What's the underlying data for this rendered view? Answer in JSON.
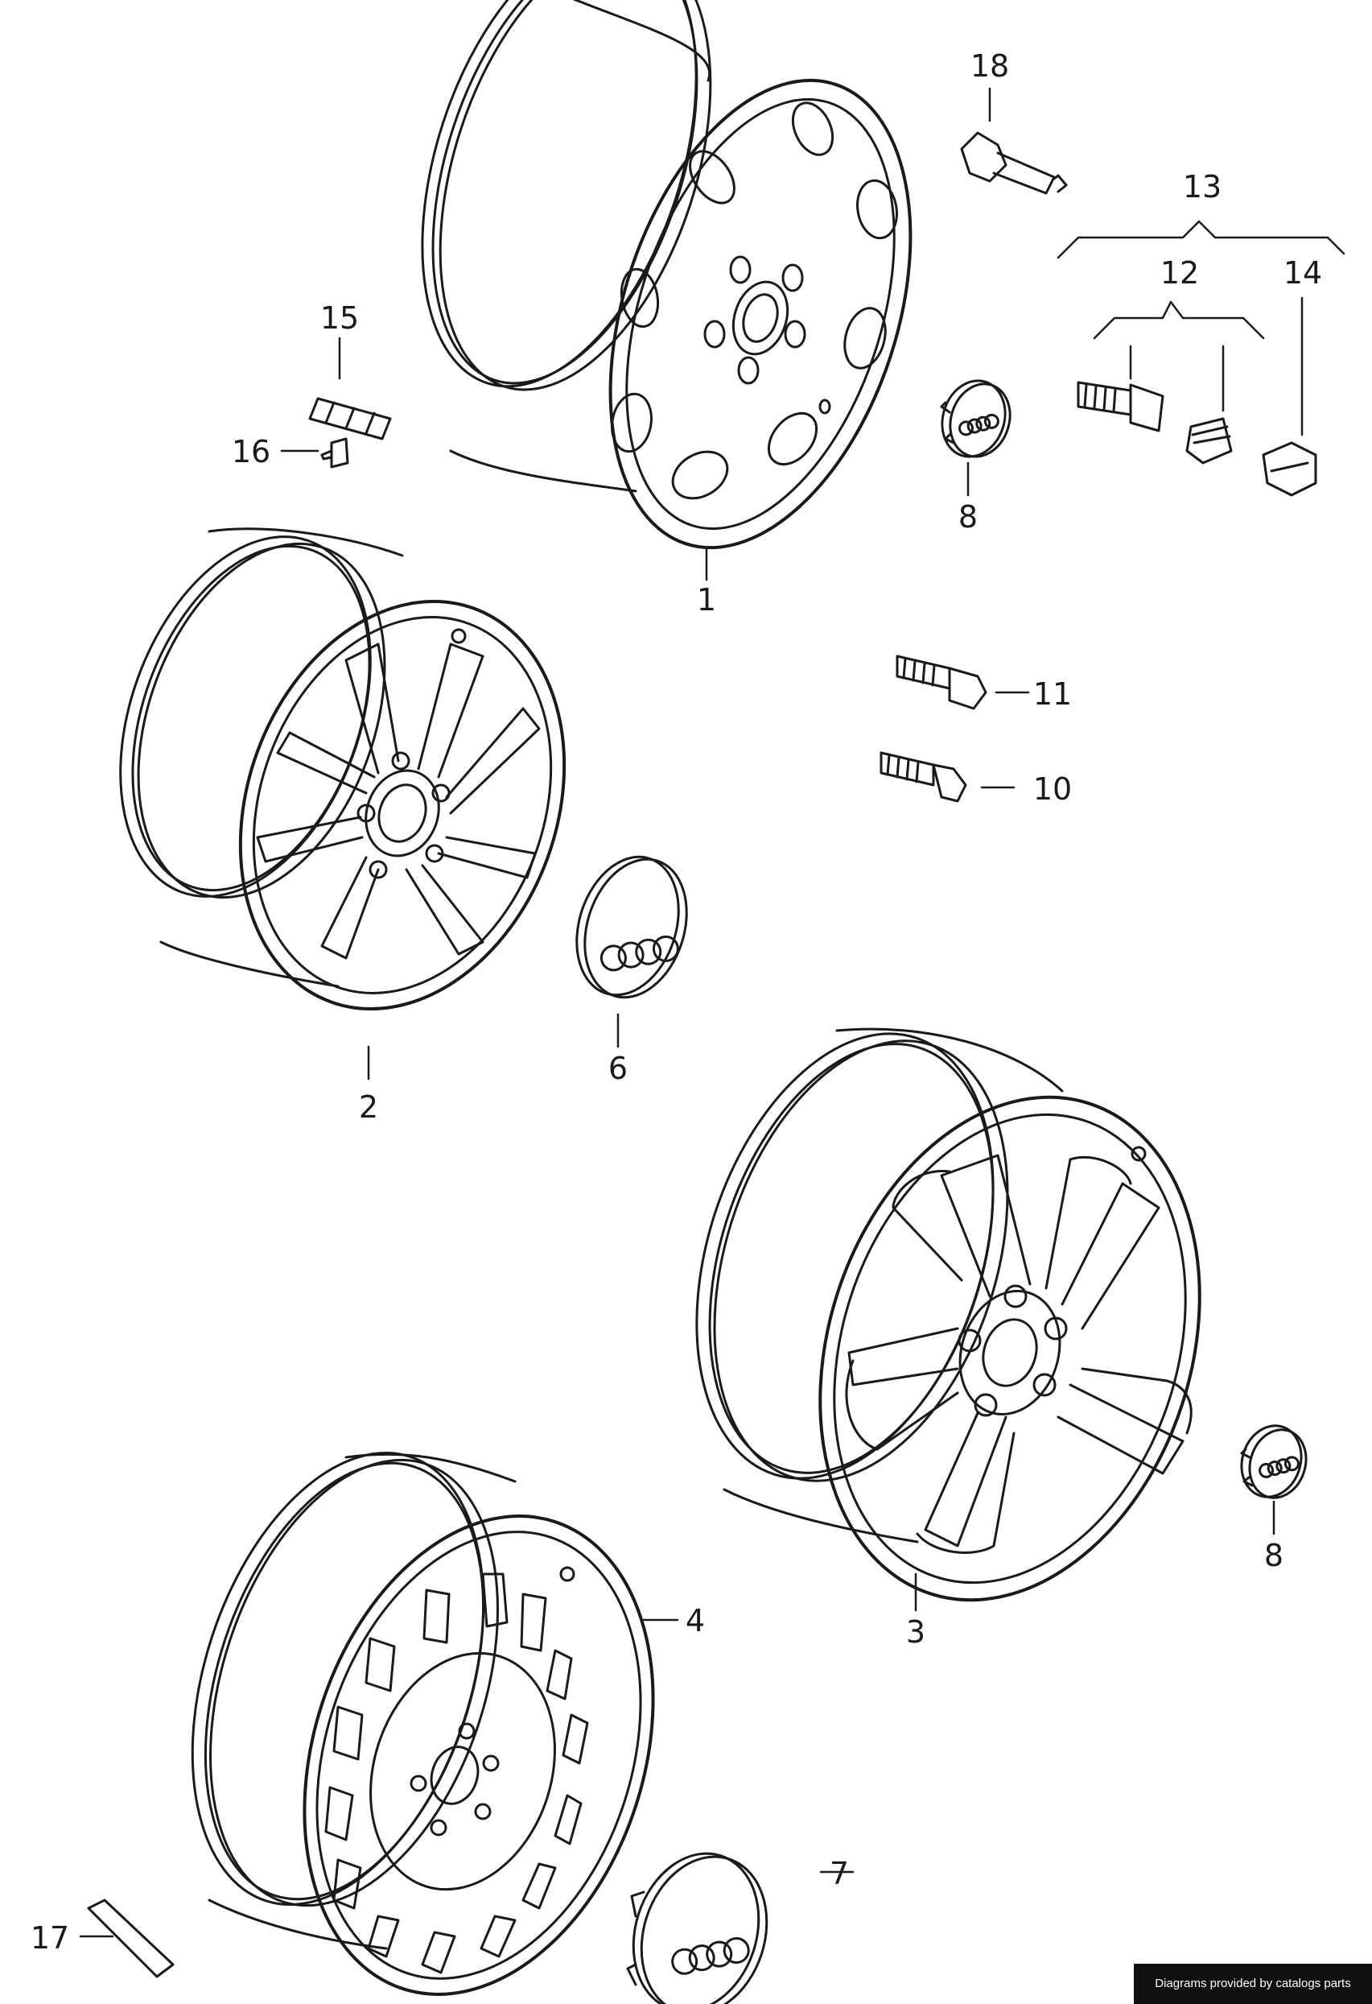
{
  "callouts": {
    "c1": "1",
    "c2": "2",
    "c3": "3",
    "c4": "4",
    "c6": "6",
    "c7": "7",
    "c8_top": "8",
    "c8_bottom": "8",
    "c10": "10",
    "c11": "11",
    "c12": "12",
    "c13": "13",
    "c14": "14",
    "c15": "15",
    "c16": "16",
    "c17": "17",
    "c18": "18"
  },
  "footer": {
    "credit": "Diagrams provided by catalogs parts"
  },
  "colors": {
    "line": "#1a1a1a",
    "background": "#ffffff",
    "credit_bar": "#101010"
  }
}
